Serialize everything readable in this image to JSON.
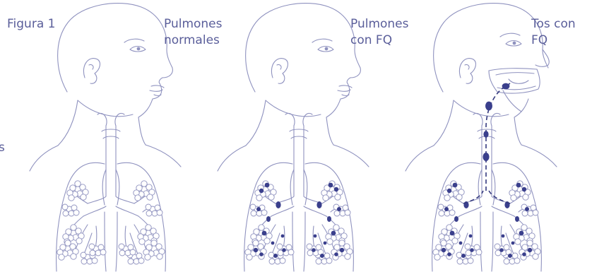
{
  "figure": {
    "label": "Figura 1",
    "edge_text": "s"
  },
  "panels": [
    {
      "id": "normal",
      "caption": "Pulmones\nnormales",
      "mucus": false,
      "cough": false
    },
    {
      "id": "cf",
      "caption": "Pulmones\ncon FQ",
      "mucus": true,
      "cough": false
    },
    {
      "id": "cough",
      "caption": "Tos con\nFQ",
      "mucus": true,
      "cough": true
    }
  ],
  "colors": {
    "outline": "#8f92bf",
    "mucus": "#3a3f8c",
    "text": "#5a5e9a"
  }
}
